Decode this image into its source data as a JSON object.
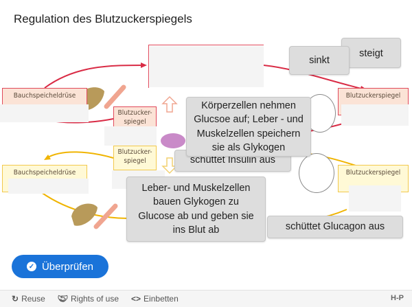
{
  "title": "Regulation des Blutzuckerspiegels",
  "diagram": {
    "pancreas_top": "Bauchspeicheldrüse",
    "pancreas_bottom": "Bauchspeicheldrüse",
    "bz_small_top": "Blutzucker-spiegel",
    "bz_small_bottom": "Blutzucker-spiegel",
    "bz_right_top": "Blutzuckerspiegel",
    "bz_right_bottom": "Blutzuckerspiegel"
  },
  "draggables": {
    "steigt": "steigt",
    "sinkt": "sinkt",
    "koerperzellen": "Körperzellen nehmen Glucsoe auf; Leber - und Muskelzellen speichern sie als Glykogen",
    "insulin": "schüttet Insulin aus",
    "leber": "Leber- und Muskelzellen bauen Glykogen zu Glucose ab und geben sie ins Blut ab",
    "glucagon": "schüttet Glucagon aus"
  },
  "check_button": "Überprüfen",
  "footer": {
    "reuse": "Reuse",
    "rights": "Rights of use",
    "embed": "Einbetten",
    "logo": "H-P"
  },
  "colors": {
    "accent": "#1a73d9",
    "red": "#e0485a",
    "yellow": "#f2c94c"
  }
}
